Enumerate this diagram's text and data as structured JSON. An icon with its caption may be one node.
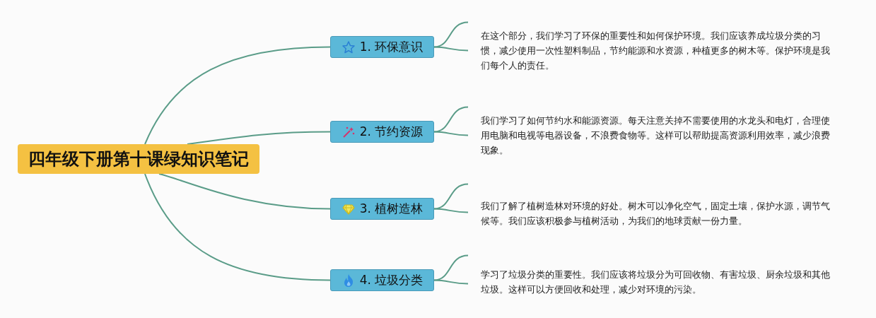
{
  "diagram": {
    "nodes": [
      {
        "text": [
          "四年级下册第十课绿知识笔记"
        ]
      },
      {
        "text": [
          "1. 环保意识"
        ]
      },
      {
        "text": [
          "2. 节约资源"
        ]
      },
      {
        "text": [
          "3. 植树造林"
        ]
      },
      {
        "text": [
          "4. 垃圾分类"
        ]
      },
      {
        "text": [
          "在这个部分，我们学习了环保的重要性和如何保护环境。我们应该养成垃圾分类的习惯，减少使用一次性塑料制品，节约能源和水资源，种植更多的树木等。保护环境是我们每个人的责任。"
        ]
      },
      {
        "text": [
          "我们学习了如何节约水和能源资源。每天注意关掉不需要使用的水龙头和电灯，合理使用电脑和电视等电器设备，不浪费食物等。这样可以帮助提高资源利用效率，减少浪费现象。"
        ]
      },
      {
        "text": [
          "我们了解了植树造林对环境的好处。树木可以净化空气，固定土壤，保护水源，调节气候等。我们应该积极参与植树活动，为我们的地球贡献一份力量。"
        ]
      },
      {
        "text": [
          "学习了垃圾分类的重要性。我们应该将垃圾分为可回收物、有害垃圾、厨余垃圾和其他垃圾。这样可以方便回收和处理，减少对环境的污染。"
        ]
      }
    ],
    "edges": [
      {
        "from": 0,
        "to": 1,
        "arrow": "none"
      },
      {
        "from": 0,
        "to": 2,
        "arrow": "none"
      },
      {
        "from": 0,
        "to": 3,
        "arrow": "none"
      },
      {
        "from": 0,
        "to": 4,
        "arrow": "none"
      },
      {
        "from": 1,
        "to": 5,
        "arrow": "none"
      },
      {
        "from": 1,
        "to": 5,
        "arrow": "none"
      },
      {
        "from": 2,
        "to": 6,
        "arrow": "none"
      },
      {
        "from": 2,
        "to": 6,
        "arrow": "none"
      },
      {
        "from": 3,
        "to": 7,
        "arrow": "none"
      },
      {
        "from": 3,
        "to": 7,
        "arrow": "none"
      },
      {
        "from": 4,
        "to": 8,
        "arrow": "none"
      },
      {
        "from": 4,
        "to": 8,
        "arrow": "none"
      }
    ]
  }
}
